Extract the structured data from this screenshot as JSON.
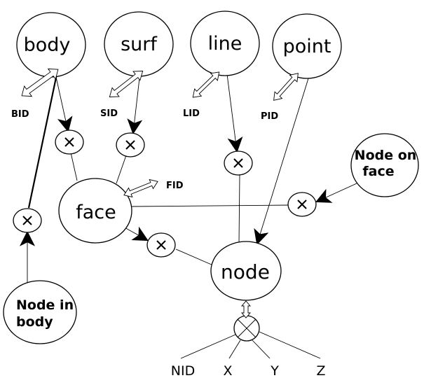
{
  "nodes": {
    "body": "body",
    "surf": "surf",
    "line": "line",
    "point": "point",
    "face": "face",
    "node": "node",
    "node_on_face": [
      "Node on",
      "face"
    ],
    "node_in_body": [
      "Node in",
      "body"
    ]
  },
  "ids": {
    "bid": "BID",
    "sid": "SID",
    "lid": "LID",
    "pid": "PID",
    "fid": "FID",
    "nid": "NID"
  },
  "coords": [
    "X",
    "Y",
    "Z"
  ]
}
